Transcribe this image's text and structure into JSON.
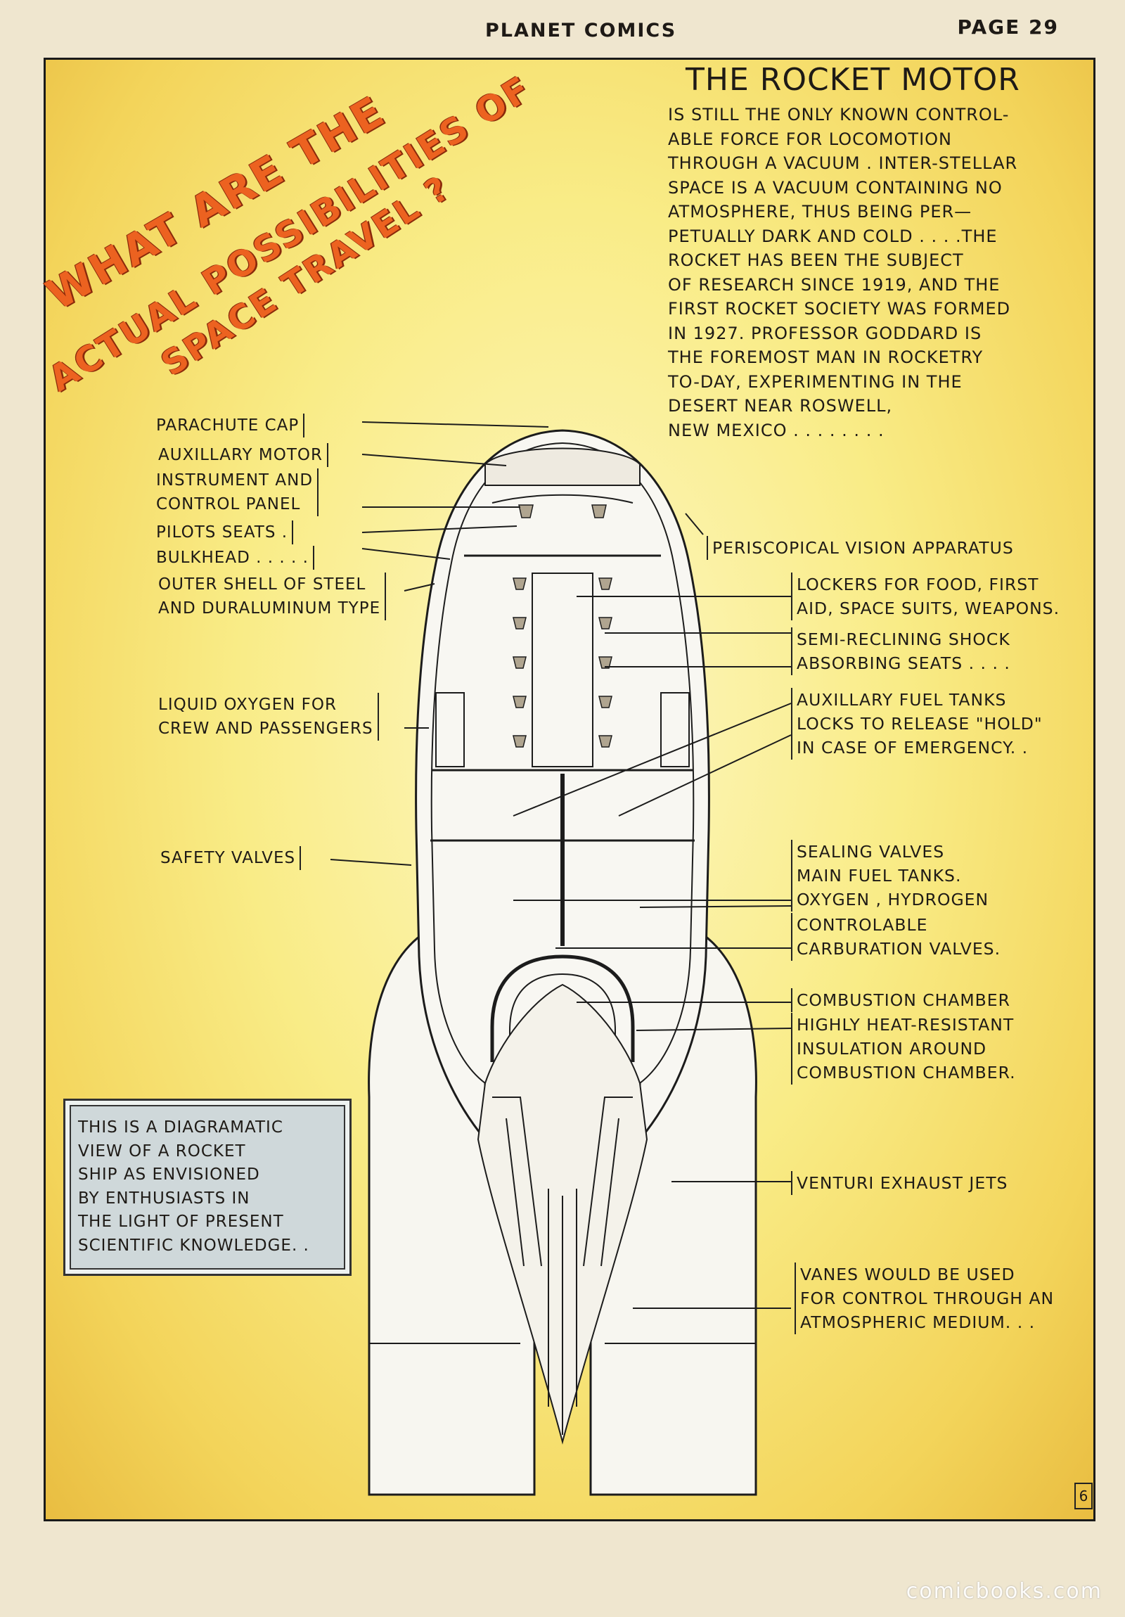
{
  "header": {
    "magazine": "PLANET COMICS",
    "page": "PAGE 29"
  },
  "headline": {
    "line1": "WHAT ARE THE",
    "line2": "ACTUAL POSSIBILITIES OF",
    "line3": "SPACE TRAVEL ?"
  },
  "article": {
    "title": "THE ROCKET MOTOR",
    "body": "IS STILL THE ONLY KNOWN CONTROL-\n ABLE FORCE FOR LOCOMOTION\nTHROUGH A VACUUM . INTER-STELLAR\nSPACE IS A VACUUM CONTAINING NO\nATMOSPHERE, THUS BEING PER—\nPETUALLY DARK AND COLD . . . .THE\nROCKET HAS BEEN THE SUBJECT\nOF RESEARCH SINCE 1919, AND THE\nFIRST ROCKET SOCIETY WAS FORMED\nIN 1927. PROFESSOR GODDARD IS\nTHE FOREMOST MAN IN ROCKETRY\nTO-DAY, EXPERIMENTING IN THE\n   DESERT NEAR ROSWELL,\nNEW MEXICO . . . . . . . ."
  },
  "labels_left": {
    "parachute_cap": "PARACHUTE  CAP",
    "auxillary_motor": "AUXILLARY MOTOR",
    "instrument_panel": "INSTRUMENT AND\nCONTROL PANEL",
    "pilots_seats": "PILOTS SEATS .",
    "bulkhead": "BULKHEAD . . . . .",
    "outer_shell": "OUTER SHELL OF STEEL\nAND DURALUMINUM TYPE",
    "liquid_oxygen": "LIQUID OXYGEN FOR\nCREW AND PASSENGERS",
    "safety_valves": "SAFETY VALVES"
  },
  "labels_right": {
    "periscope": "PERISCOPICAL VISION APPARATUS",
    "lockers": "LOCKERS FOR FOOD, FIRST\nAID, SPACE SUITS, WEAPONS.",
    "seats": "SEMI-RECLINING SHOCK\nABSORBING SEATS . . . .",
    "aux_fuel": "AUXILLARY FUEL TANKS\nLOCKS TO RELEASE \"HOLD\"\nIN CASE OF EMERGENCY. .",
    "sealing": "SEALING VALVES",
    "main_fuel": "MAIN FUEL TANKS.\nOXYGEN , HYDROGEN",
    "carburation": "CONTROLABLE\nCARBURATION VALVES.",
    "combustion": "COMBUSTION CHAMBER",
    "insulation": "HIGHLY HEAT-RESISTANT\nINSULATION AROUND\nCOMBUSTION CHAMBER.",
    "venturi": "VENTURI EXHAUST JETS",
    "vanes": "VANES WOULD BE USED\nFOR CONTROL THROUGH AN\nATMOSPHERIC MEDIUM. . ."
  },
  "note": "THIS IS A DIAGRAMATIC\nVIEW OF A ROCKET\nSHIP AS ENVISIONED\nBY ENTHUSIASTS IN\nTHE LIGHT OF PRESENT\nSCIENTIFIC KNOWLEDGE. .",
  "panel_number": "6",
  "watermark": "comicbooks.com"
}
